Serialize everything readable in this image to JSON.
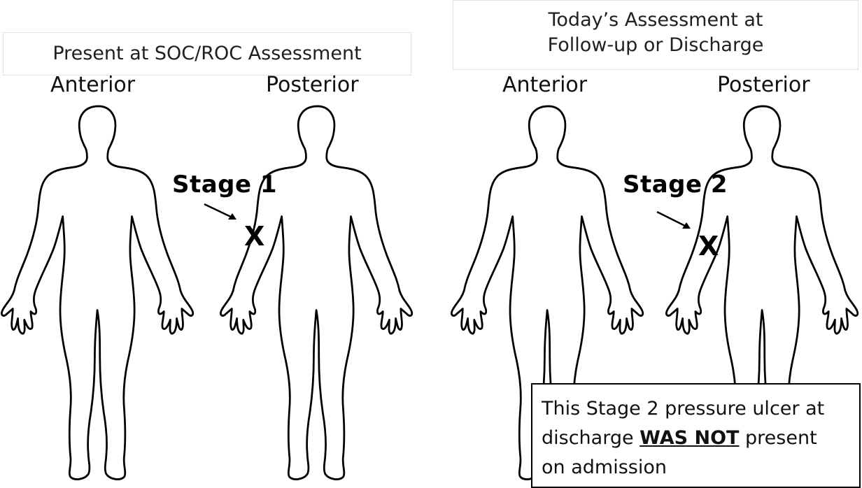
{
  "left_panel": {
    "title": "Present at SOC/ROC Assessment",
    "anterior_label": "Anterior",
    "posterior_label": "Posterior",
    "stage_label": "Stage 1",
    "mark": "X"
  },
  "right_panel": {
    "title_line1": "Today’s Assessment at",
    "title_line2": "Follow-up or Discharge",
    "anterior_label": "Anterior",
    "posterior_label": "Posterior",
    "stage_label": "Stage 2",
    "mark": "X"
  },
  "note": {
    "line1": "This Stage 2 pressure ulcer at",
    "line2_pre": "discharge ",
    "line2_emph": "WAS NOT",
    "line2_post": " present",
    "line3": "on admission"
  },
  "colors": {
    "outline": "#000000",
    "header_border": "#e2e2e2",
    "note_border": "#000000"
  }
}
